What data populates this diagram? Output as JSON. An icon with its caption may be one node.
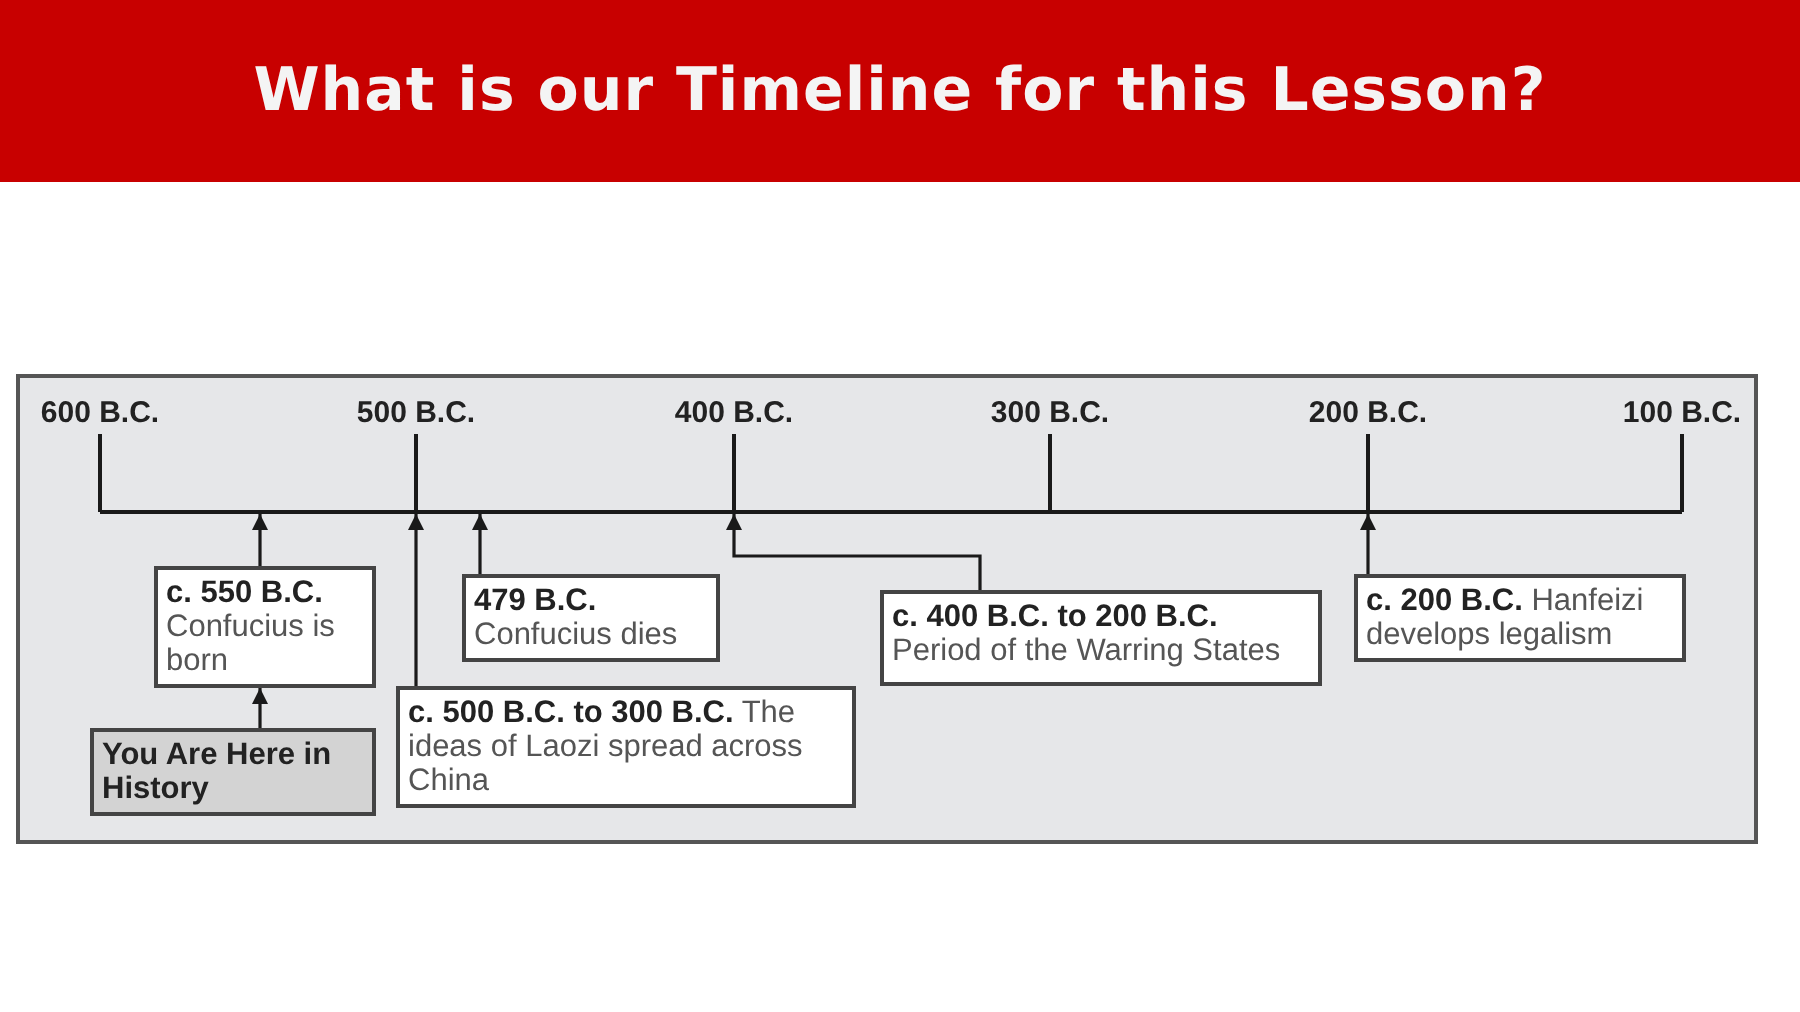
{
  "diagram": {
    "title": "What is our Timeline for this Lesson?",
    "nodes": [
      {
        "text": [
          "**c. 550 B.C.** Confucius is born"
        ]
      },
      {
        "text": [
          "You Are Here in History"
        ]
      },
      {
        "text": [
          "**c. 500 B.C. to 300 B.C.** The ideas of Laozi spread across China"
        ]
      },
      {
        "text": [
          "**479 B.C.** Confucius dies"
        ]
      },
      {
        "text": [
          "**c. 400 B.C. to 200 B.C.** Period of the Warring States"
        ]
      },
      {
        "text": [
          "**c. 200 B.C.** Hanfeizi develops legalism"
        ]
      }
    ],
    "edges": [
      {
        "from": 1,
        "to": 0,
        "arrow": "to"
      },
      {
        "from": 0,
        "to": null,
        "arrow": "to"
      },
      {
        "from": 2,
        "to": null,
        "arrow": "to"
      },
      {
        "from": 3,
        "to": null,
        "arrow": "to"
      },
      {
        "from": 4,
        "to": null,
        "arrow": "to"
      },
      {
        "from": 5,
        "to": null,
        "arrow": "to"
      }
    ],
    "labels": [
      "600 B.C.",
      "500 B.C.",
      "400 B.C.",
      "300 B.C.",
      "200 B.C.",
      "100 B.C."
    ]
  }
}
